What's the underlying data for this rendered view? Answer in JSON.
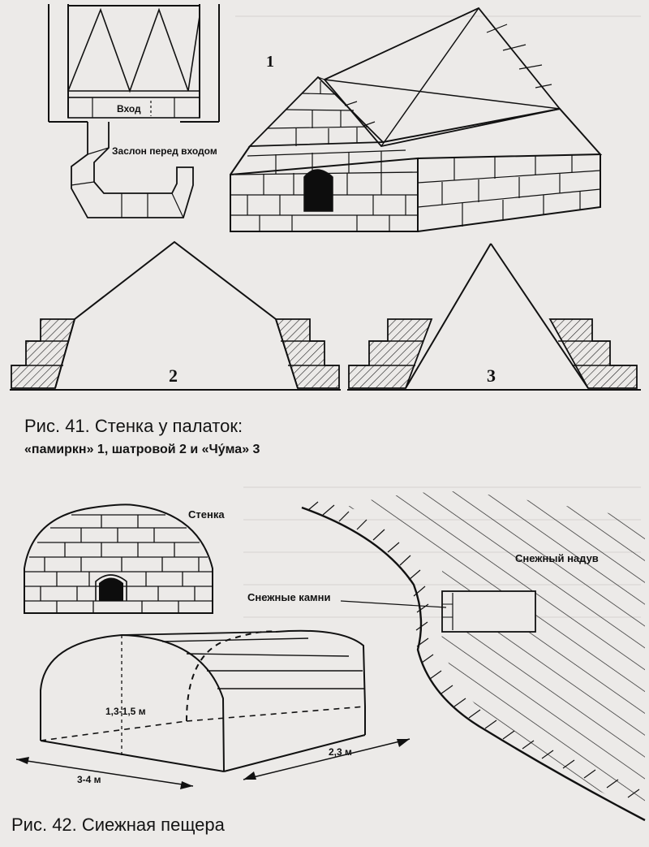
{
  "fig41": {
    "label_1": "1",
    "label_2": "2",
    "label_3": "3",
    "entrance": "Вход",
    "shield": "Заслон перед входом",
    "caption": "Рис. 41. Стенка у палаток:",
    "caption_sub": "«памиркн» 1, шатровой 2 и «Чу́ма» 3"
  },
  "fig42": {
    "wall": "Стенка",
    "snow_drift": "Снежный надув",
    "snow_stones": "Снежные камни",
    "height": "1,3-1,5 м",
    "length": "2,3 м",
    "width": "3-4 м",
    "caption": "Рис. 42. Сиежная пещера"
  }
}
